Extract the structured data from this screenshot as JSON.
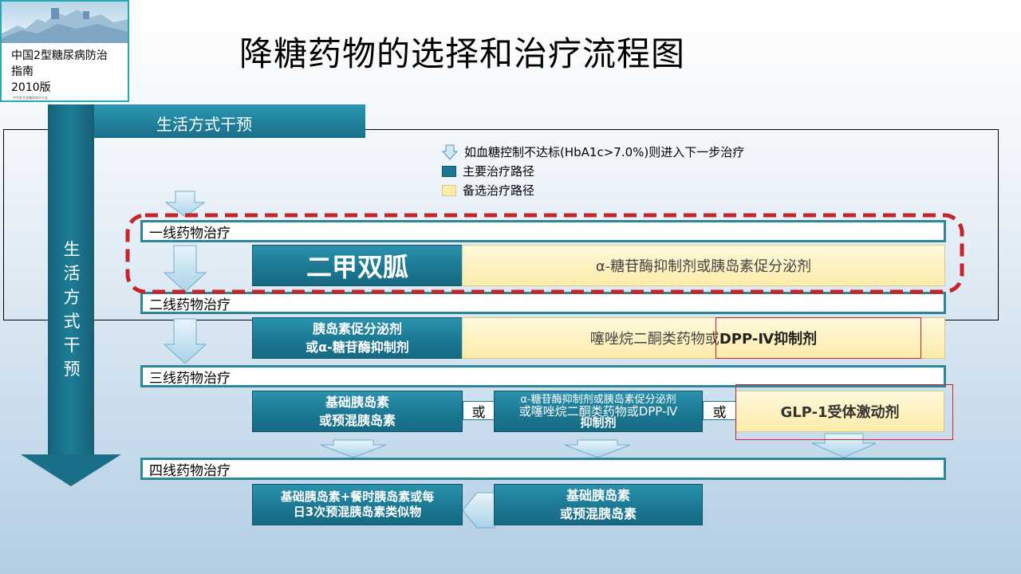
{
  "logo": {
    "text_line1": "中国2型糖尿病防治",
    "text_line2": "指南",
    "text_line3": "2010版",
    "small_text": "中华医学会糖尿病学分会"
  },
  "title": "降糖药物的选择和治疗流程图",
  "lifestyle": {
    "horizontal_label": "生活方式干预",
    "vertical_label": [
      "生",
      "活",
      "方",
      "式",
      "干",
      "预"
    ]
  },
  "legend": {
    "arrow_text": "如血糖控制不达标(HbA1c>7.0%)则进入下一步治疗",
    "primary_text": "主要治疗路径",
    "alternative_text": "备选治疗路径"
  },
  "lines": {
    "first": {
      "label": "一线药物治疗",
      "primary": "二甲双胍",
      "alternative": "α-糖苷酶抑制剂或胰岛素促分泌剂"
    },
    "second": {
      "label": "二线药物治疗",
      "primary_line1": "胰岛素促分泌剂",
      "primary_line2": "或α-糖苷酶抑制剂",
      "alternative_prefix": "噻唑烷二酮类药物或",
      "alternative_bold": "DPP-Ⅳ抑制剂"
    },
    "third": {
      "label": "三线药物治疗",
      "primary_line1": "基础胰岛素",
      "primary_line2": "或预混胰岛素",
      "or_text": "或",
      "middle_line1": "α-糖苷酶抑制剂或胰岛素促分泌剂",
      "middle_line2": "或噻唑烷二酮类药物或DPP-Ⅳ",
      "middle_line3": "抑制剂",
      "alternative": "GLP-1受体激动剂"
    },
    "fourth": {
      "label": "四线药物治疗",
      "left_line1": "基础胰岛素+餐时胰岛素或每",
      "left_line2": "日3次预混胰岛素类似物",
      "right_line1": "基础胰岛素",
      "right_line2": "或预混胰岛素"
    }
  },
  "colors": {
    "teal": "#1c7892",
    "yellow": "#fdecaa",
    "highlight_red": "#d0202a",
    "dashed_red": "#c4252b"
  }
}
